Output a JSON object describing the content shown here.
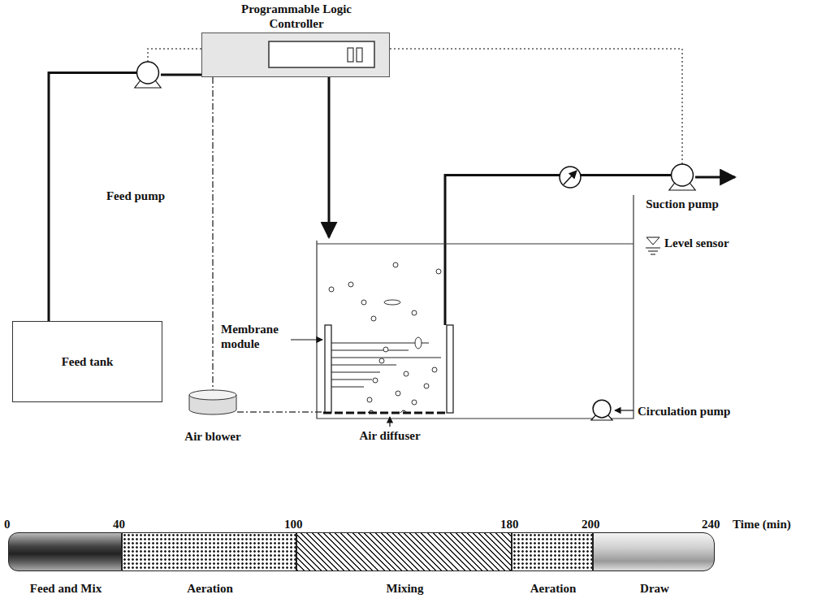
{
  "diagram": {
    "nodes": [
      {
        "text": [
          "Programmable Logic Controller"
        ]
      },
      {
        "text": [
          "Feed pump"
        ]
      },
      {
        "text": [
          "Feed tank"
        ]
      },
      {
        "text": [
          "Suction pump"
        ]
      },
      {
        "text": [
          "Membrane module"
        ]
      },
      {
        "text": [
          "Air blower"
        ]
      },
      {
        "text": [
          "Air diffuser"
        ]
      },
      {
        "text": [
          "Circulation pump"
        ]
      },
      {
        "text": [
          "Feed and Mix"
        ]
      },
      {
        "text": [
          "Aeration"
        ]
      },
      {
        "text": [
          "Mixing"
        ]
      },
      {
        "text": [
          "Aeration"
        ]
      },
      {
        "text": [
          "Draw"
        ]
      }
    ],
    "edges": [
      {
        "from": 2,
        "to": 1,
        "arrow": "none"
      },
      {
        "from": 0,
        "to": 1,
        "arrow": "none"
      },
      {
        "from": 0,
        "to": 5,
        "arrow": "none"
      },
      {
        "from": 0,
        "to": 3,
        "arrow": "none"
      },
      {
        "from": 5,
        "to": 6,
        "arrow": "none"
      },
      {
        "from": 4,
        "to": 3,
        "arrow": "none"
      }
    ],
    "labels": [
      "Level sensor",
      "0",
      "40",
      "100",
      "180",
      "200",
      "240",
      "Time (min)"
    ]
  }
}
